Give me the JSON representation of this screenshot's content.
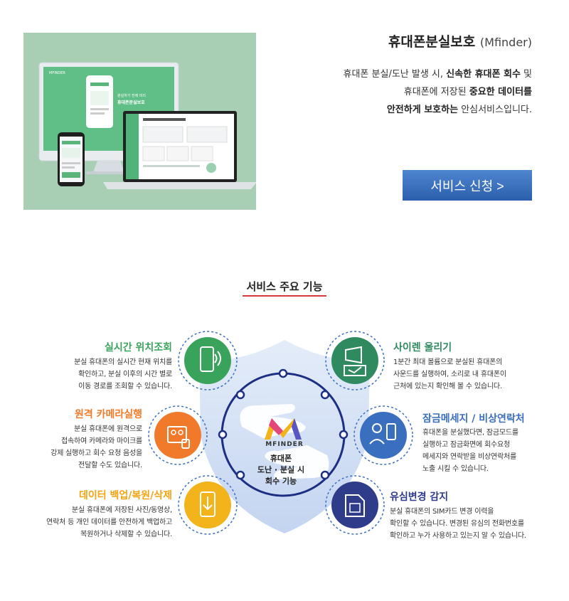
{
  "service": {
    "title": "휴대폰분실보호",
    "title_sub": "(Mfinder)",
    "desc_lines": [
      [
        "휴대폰 분실/도난 발생 시, ",
        "신속한 휴대폰 회수",
        " 및"
      ],
      [
        "휴대폰에 저장된 ",
        "중요한 데이터를",
        ""
      ],
      [
        "",
        "안전하게 보호하는",
        " 안심서비스입니다."
      ]
    ],
    "apply_label": "서비스 신청 >"
  },
  "mockup": {
    "brand": "MFINDER",
    "screen_line1": "분실하기 전에 미리",
    "screen_line2": "휴대폰분실보호"
  },
  "features_section": {
    "title": "서비스 주요 기능",
    "center_logo": "MFINDER",
    "center_lines": [
      "휴대폰",
      "도난 · 분실 시",
      "회수 기능"
    ],
    "left": [
      {
        "title": "실시간 위치조회",
        "color": "#3aa35b",
        "icon": "phone-location-icon",
        "lines": [
          "분실 휴대폰의 실시간 현재 위치를",
          "확인하고, 분실 이후의 시간 별로",
          "이동 경로를 조회할 수 있습니다."
        ]
      },
      {
        "title": "원격 카메라실행",
        "color": "#f07a2a",
        "icon": "remote-camera-icon",
        "lines": [
          "분실 휴대폰에 원격으로",
          "접속하여 카메라와 마이크를",
          "강제 실행하고 회수 요청 음성을",
          "전달할 수도 있습니다."
        ]
      },
      {
        "title": "데이터 백업/복원/삭제",
        "color": "#f2a414",
        "icon": "data-backup-icon",
        "lines": [
          "분실 휴대폰에 저장된 사진/동영상,",
          "연락처 등 개인 데이터를 안전하게 백업하고",
          "복원하거나 삭제할 수 있습니다."
        ]
      }
    ],
    "right": [
      {
        "title": "사이렌 울리기",
        "color": "#2f8a5f",
        "icon": "siren-icon",
        "lines": [
          "1분간 최대 볼륨으로 분실된 휴대폰의",
          "사운드를 실행하여, 소리로 내 휴대폰이",
          "근처에 있는지 확인해 볼 수 있습니다."
        ]
      },
      {
        "title": "잠금메세지 / 비상연락처",
        "color": "#3a6fbf",
        "icon": "lock-message-icon",
        "lines": [
          "휴대폰을 분실했다면, 잠금모드를",
          "실행하고 잠금화면에 회수요청",
          "메세지와 연락받을 비상연락처를",
          "노출 시킬 수 있습니다."
        ]
      },
      {
        "title": "유심변경 감지",
        "color": "#2e3c8a",
        "icon": "sim-change-icon",
        "lines": [
          "분실 휴대폰의 SIM카드 변경 이력을",
          "확인할 수 있습니다. 변경된 유심의 전화번호를",
          "확인하고 누가 사용하고 있는지 알 수 있습니다."
        ]
      }
    ]
  }
}
